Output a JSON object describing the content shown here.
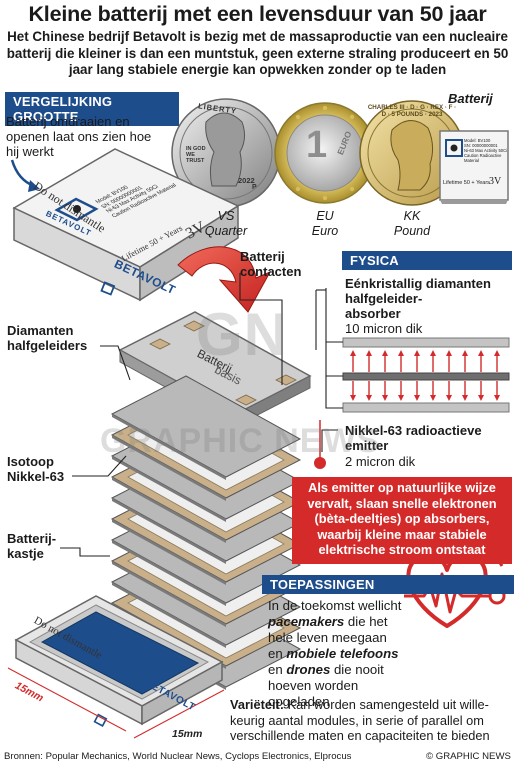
{
  "title": "Kleine batterij met een levensduur van 50 jaar",
  "subtitle": "Het Chinese bedrijf Betavolt is bezig met de massaproductie van een nucleaire batterij die kleiner is dan een muntstuk, geen externe straling produceert en 50 jaar lang stabiele energie kan opwekken zonder op te laden",
  "size_section": {
    "header": "VERGELIJKING GROOTTE",
    "intro": "Batterij omdraaien en openen laat ons zien hoe hij werkt",
    "battery_label": "Batterij",
    "coins": [
      {
        "line1": "VS",
        "line2": "Quarter"
      },
      {
        "line1": "EU",
        "line2": "Euro"
      },
      {
        "line1": "KK",
        "line2": "Pound"
      }
    ],
    "coin_text": {
      "quarter_top": "LIBERTY",
      "quarter_motto": "IN GOD WE TRUST",
      "quarter_year": "2022",
      "quarter_mint": "P",
      "euro_value": "1",
      "euro_word": "EURO",
      "pound_legend": "CHARLES III · D · G · REX · F · D · 5 POUNDS · 2023"
    },
    "small_card": {
      "model": "Model: BV100",
      "sn": "SN: 00000000001",
      "activity": "Ni-63 Max Activity 50Ci",
      "caution": "Caution Radioactive Material",
      "lifetime": "Lifetime 50 + Years",
      "voltage": "3V"
    }
  },
  "battery": {
    "brand": "BETAVOLT",
    "warning": "Do not dismantle",
    "model": "Model: BV100",
    "sn": "SN: 00000000001",
    "activity": "Ni-63 Max Activity 50Ci",
    "caution": "Caution Radioactive Material",
    "lifetime": "Lifetime 50 + Years",
    "voltage": "3V",
    "base_label_1": "Batterij",
    "base_label_2": "basis",
    "dim_1": "15mm",
    "dim_2": "15mm"
  },
  "labels": {
    "contacts_1": "Batterij",
    "contacts_2": "contacten",
    "diamond_1": "Diamanten",
    "diamond_2": "halfgeleiders",
    "isotope_1": "Isotoop",
    "isotope_2": "Nikkel-63",
    "case_1": "Batterij-",
    "case_2": "kastje"
  },
  "physics": {
    "header": "FYSICA",
    "absorber_1": "Eénkristallig diamanten",
    "absorber_2": "halfgeleider-",
    "absorber_3": "absorber",
    "absorber_thickness": "10 micron dik",
    "emitter_1": "Nikkel-63 radioactieve",
    "emitter_2": "emitter",
    "emitter_thickness": "2 micron dik",
    "explanation_1": "Als emitter op natuurlijke wijze",
    "explanation_2": "vervalt, slaan snelle elektronen",
    "explanation_3": "(bèta-deeltjes) op absorbers,",
    "explanation_4": "waarbij kleine maar stabiele",
    "explanation_5": "elektrische stroom ontstaat"
  },
  "applications": {
    "header": "TOEPASSINGEN",
    "l1": "In de toekomst wellicht",
    "l2_em": "pacemakers",
    "l2": " die het",
    "l3": "hele leven meegaan",
    "l4a": "en ",
    "l4_em": "mobiele telefoons",
    "l5a": "en ",
    "l5_em": "drones",
    "l5": " die nooit",
    "l6": "hoeven worden opgeladen"
  },
  "variety": {
    "label": "Variëteit:",
    "l1": " Kan worden samengesteld uit  wille-",
    "l2": "keurig aantal modules, in serie of parallel om",
    "l3": "verschillende maten en capaciteiten te bieden"
  },
  "watermark": {
    "logo": "GN",
    "text": "GRAPHIC NEWS"
  },
  "footer": {
    "sources": "Bronnen: Popular Mechanics, World Nuclear News, Cyclops Electronics, Elprocus",
    "credit": "© GRAPHIC NEWS"
  },
  "colors": {
    "blue": "#1e4d8c",
    "red": "#d42a2a",
    "tan": "#c9b08a",
    "diamond": "#b9b9b9"
  }
}
